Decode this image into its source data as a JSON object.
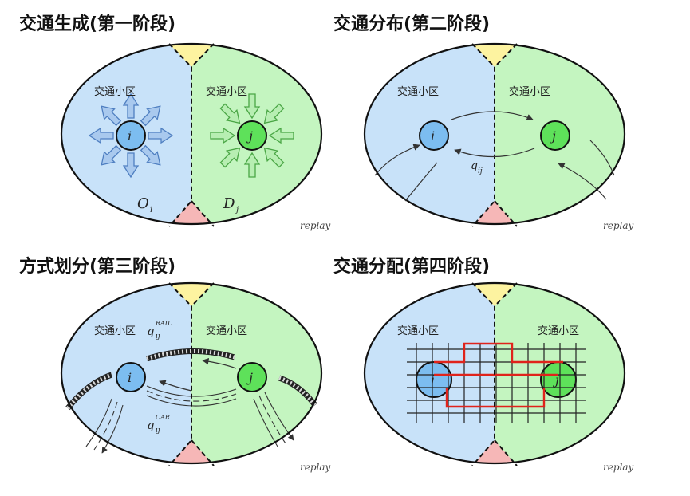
{
  "panels": [
    {
      "title": "交通生成(第一阶段)",
      "zone_left": "交通小区",
      "zone_right": "交通小区",
      "node_left": "i",
      "node_right": "j",
      "label_left": "O",
      "label_left_sub": "i",
      "label_right": "D",
      "label_right_sub": "j",
      "brand": "replay"
    },
    {
      "title": "交通分布(第二阶段)",
      "zone_left": "交通小区",
      "zone_right": "交通小区",
      "node_left": "i",
      "node_right": "j",
      "flow": "q",
      "flow_sub": "ij",
      "brand": "replay"
    },
    {
      "title": "方式划分(第三阶段)",
      "zone_left": "交通小区",
      "zone_right": "交通小区",
      "node_left": "i",
      "node_right": "j",
      "rail": "q",
      "rail_sub": "ij",
      "rail_sup": "RAIL",
      "car": "q",
      "car_sub": "ij",
      "car_sup": "CAR",
      "brand": "replay"
    },
    {
      "title": "交通分配(第四阶段)",
      "zone_left": "交通小区",
      "zone_right": "交通小区",
      "node_left": "i",
      "node_right": "j",
      "brand": "replay"
    }
  ],
  "colors": {
    "left_zone": "#c8e2f9",
    "right_zone": "#c4f5c0",
    "node_left": "#7cbdf0",
    "node_right": "#5ee15a",
    "top_wedge": "#fdf3a0",
    "bottom_wedge": "#f6b7b7",
    "route": "#e0231b",
    "arrow_out": "#7aa9df",
    "arrow_in": "#8ddb84"
  }
}
